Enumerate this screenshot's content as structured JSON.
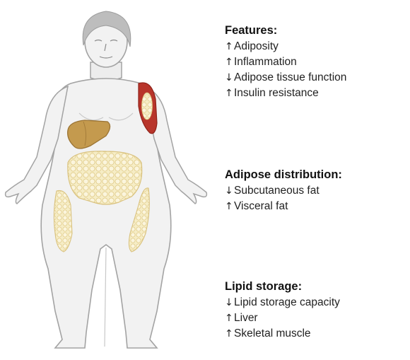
{
  "figure": {
    "subject": "female-body-silhouette",
    "organs": [
      "liver",
      "visceral-adipose",
      "thigh-subcutaneous-adipose",
      "arm-skeletal-muscle"
    ]
  },
  "colors": {
    "skin": "#f2f2f2",
    "outline": "#a3a3a3",
    "hair": "#bdbdbd",
    "liver": "#c49a4e",
    "adipose_fill": "#f6edc6",
    "adipose_cell": "#e9d79b",
    "muscle": "#b8352b",
    "up_arrow": "↑",
    "down_arrow": "↓"
  },
  "panels": [
    {
      "heading": "Features:",
      "items": [
        {
          "arrow": "↑",
          "text": "Adiposity"
        },
        {
          "arrow": "↑",
          "text": "Inflammation"
        },
        {
          "arrow": "↓",
          "text": "Adipose tissue function"
        },
        {
          "arrow": "↑",
          "text": "Insulin resistance"
        }
      ]
    },
    {
      "heading": "Adipose distribution:",
      "items": [
        {
          "arrow": "↓",
          "text": "Subcutaneous fat"
        },
        {
          "arrow": "↑",
          "text": "Visceral fat"
        }
      ]
    },
    {
      "heading": "Lipid storage:",
      "items": [
        {
          "arrow": "↓",
          "text": "Lipid storage capacity"
        },
        {
          "arrow": "↑",
          "text": "Liver"
        },
        {
          "arrow": "↑",
          "text": "Skeletal muscle"
        }
      ]
    }
  ]
}
